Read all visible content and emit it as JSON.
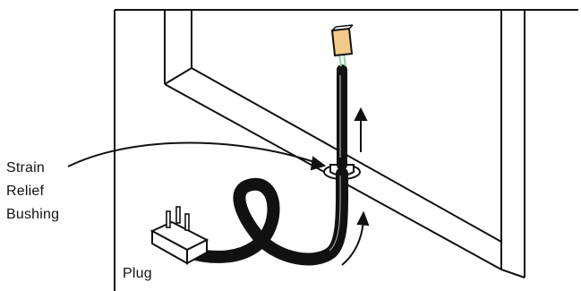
{
  "diagram": {
    "labels": {
      "strain_relief_line1": "Strain",
      "strain_relief_line2": "Relief",
      "strain_relief_line3": "Bushing",
      "plug": "Plug"
    },
    "colors": {
      "line": "#111111",
      "background": "#ffffff",
      "connector_fill": "#F3C98A",
      "wire_green": "#8FD1A4"
    }
  }
}
